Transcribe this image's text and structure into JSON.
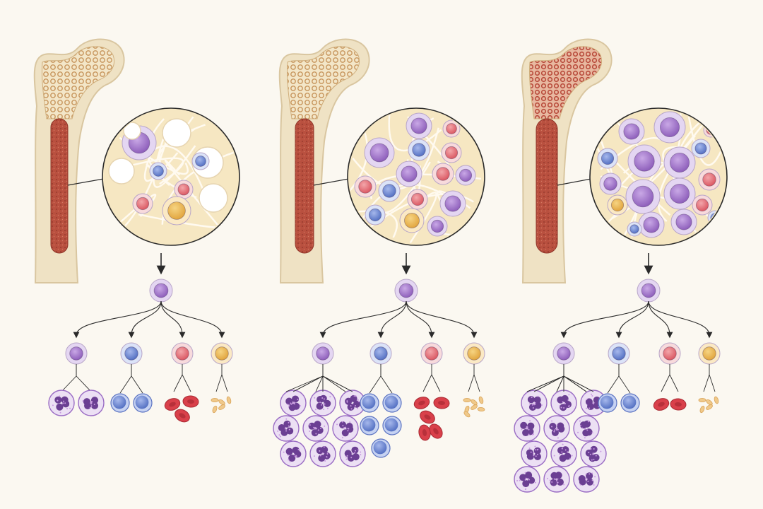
{
  "colors": {
    "background": "#fbf8f1",
    "bone": "#efe2c4",
    "bone_edge": "#d9c6a0",
    "marrow": "#b9503f",
    "myeloid": "#9a6cc4",
    "lymphoid": "#6d8ad2",
    "erythroid": "#e06a72",
    "megakaryocyte": "#e9b54a",
    "fat": "#ffffff",
    "connector": "#2a2a2a"
  },
  "icons": {
    "arrow": "down-arrow-icon",
    "stem_cell": "stem-cell-icon",
    "neutrophil": "granulocyte-icon",
    "lymphocyte": "lymphocyte-icon",
    "red_cell": "red-blood-cell-icon",
    "platelet": "platelet-icon"
  },
  "panels": [
    {
      "id": "normal",
      "marrow_density": 0.25,
      "spongy_color": "#c7955c",
      "fat_cells": 5,
      "progeny": {
        "myeloid": 2,
        "lymphoid": 2,
        "erythroid": 3,
        "platelet": 5
      }
    },
    {
      "id": "reactive",
      "marrow_density": 0.6,
      "spongy_color": "#c58a4f",
      "fat_cells": 0,
      "progeny": {
        "myeloid": 9,
        "lymphoid": 5,
        "erythroid": 5,
        "platelet": 7
      }
    },
    {
      "id": "hypercellular",
      "marrow_density": 0.9,
      "spongy_color": "#b84a3a",
      "fat_cells": 0,
      "progeny": {
        "myeloid": 12,
        "lymphoid": 2,
        "erythroid": 2,
        "platelet": 5
      }
    }
  ]
}
